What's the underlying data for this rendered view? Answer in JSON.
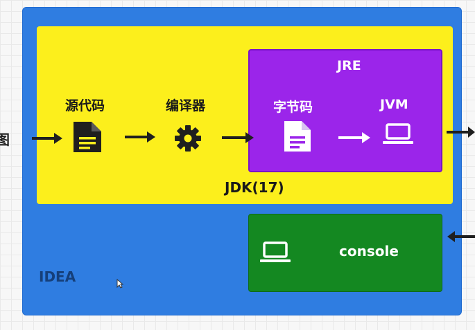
{
  "edge_label": "图",
  "idea": {
    "label": "IDEA",
    "color": "#2f7de1"
  },
  "jdk": {
    "label": "JDK(17)",
    "color": "#fcef1c",
    "source_code": {
      "label": "源代码",
      "icon": "document-icon"
    },
    "compiler": {
      "label": "编译器",
      "icon": "gear-icon"
    }
  },
  "jre": {
    "label": "JRE",
    "color": "#9b25ea",
    "bytecode": {
      "label": "字节码",
      "icon": "document-icon"
    },
    "jvm": {
      "label": "JVM",
      "icon": "laptop-icon"
    }
  },
  "console": {
    "label": "console",
    "color": "#148821",
    "icon": "laptop-icon"
  }
}
